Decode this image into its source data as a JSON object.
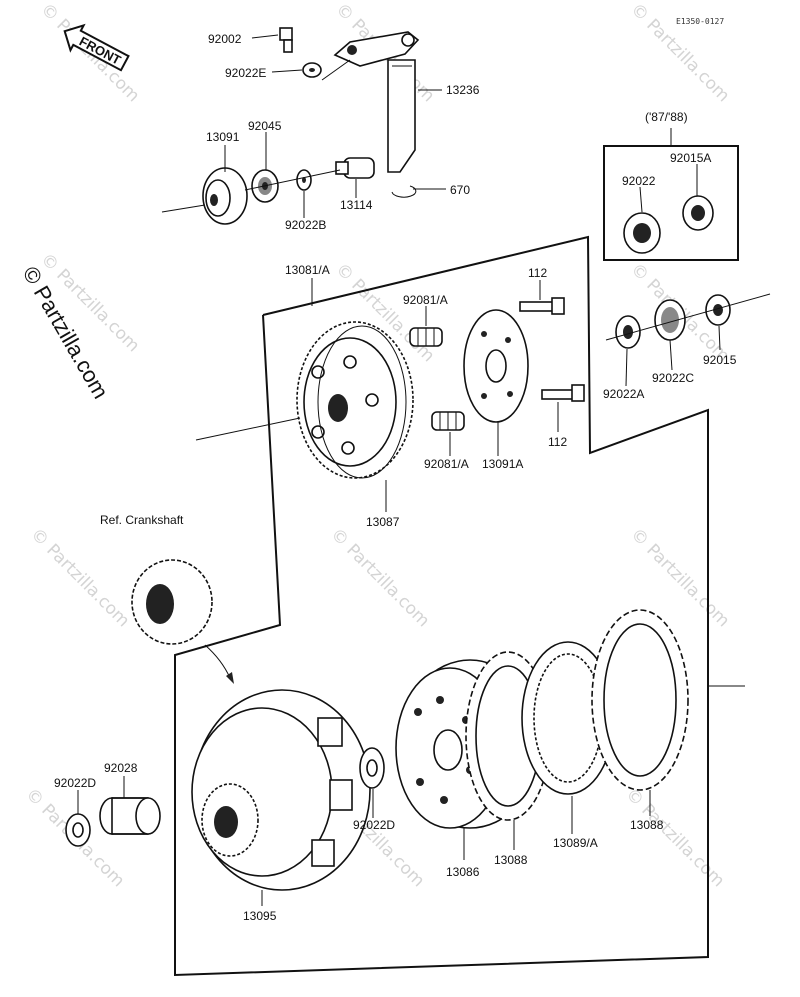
{
  "diagram": {
    "ref_code": "E1350-0127",
    "front_label": "FRONT",
    "watermark": "© Partzilla.com",
    "year_box_label": "('87/'88)",
    "crankshaft_ref": "Ref. Crankshaft"
  },
  "labels": [
    "92002",
    "92022E",
    "13236",
    "13091",
    "92045",
    "92022B",
    "13114",
    "670",
    "92022",
    "92015A",
    "13081/A",
    "92081/A",
    "112",
    "92081/A",
    "13091A",
    "112",
    "92022A",
    "92022C",
    "92015",
    "13087",
    "92028",
    "92022D",
    "92022D",
    "13086",
    "13088",
    "13089/A",
    "13088",
    "13095"
  ]
}
